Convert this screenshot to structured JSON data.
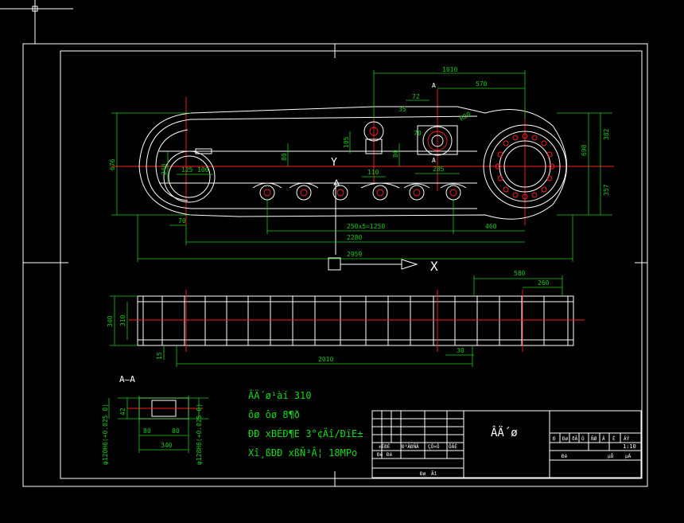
{
  "drawing": {
    "colors": {
      "background": "#000000",
      "geometry": "#ffffff",
      "dimension": "#19c919",
      "centerline": "#ff2020"
    },
    "front_view": {
      "dimensions": {
        "d1010": "1010",
        "d570": "570",
        "d72": "72",
        "d35": "35",
        "d70": "70",
        "d105": "105",
        "d80a": "80",
        "d110": "110",
        "d285": "285",
        "d80b": "80",
        "d125": "125",
        "d100": "100",
        "d240": "240",
        "d676": "676",
        "d698": "698",
        "d382": "382",
        "d357": "357",
        "d70b": "70",
        "d1250": "250x5=1250",
        "d460": "460",
        "d2280": "2280",
        "d2959": "2959",
        "r_hole": "R20"
      },
      "section_mark": "A",
      "section_mark_lower": "A",
      "axis_y": "Y",
      "axis_x": "X"
    },
    "side_view": {
      "dimensions": {
        "d580": "580",
        "d260": "260",
        "d340": "340",
        "d310": "310",
        "d2010": "2010",
        "d30": "30",
        "d15": "15"
      }
    },
    "section": {
      "title": "A—A",
      "dimensions": {
        "d42": "42",
        "d80a": "80",
        "d80b": "80",
        "d340": "340",
        "fit_left": "φ120H6(+0.025 0)",
        "fit_right": "φ128H6(+0.025 0)"
      }
    },
    "notes": {
      "line1": "ÂÄ´ø¹àí  310",
      "line2": "ôø ôø 8¶ð",
      "line3": "ÐÐ xBÉÐ¶E  3°¢Äî/ÐïE±",
      "line4": "Xî¸ßÐÐ xßÑ³Â¦  18MPo"
    },
    "title_block": {
      "name": "ÂÄ´ø",
      "scale": "1:10",
      "header_cells": [
        "Ð",
        "Ðø",
        "ðÂ",
        "Ó",
        "ÑØ",
        "Ä",
        "Ë",
        "ÂÝ"
      ],
      "row1": [
        "±ÉÐÉ",
        "Ð³ÂÐÑÂ",
        "ÇÔ×Ô",
        "ÔÃÉ"
      ],
      "row2": [
        "Ðé",
        "Ðé"
      ],
      "bottom": [
        "Ðø",
        "Ãî"
      ],
      "right_bottom": [
        "Ðé",
        "µÔ",
        "µÄ"
      ]
    }
  }
}
